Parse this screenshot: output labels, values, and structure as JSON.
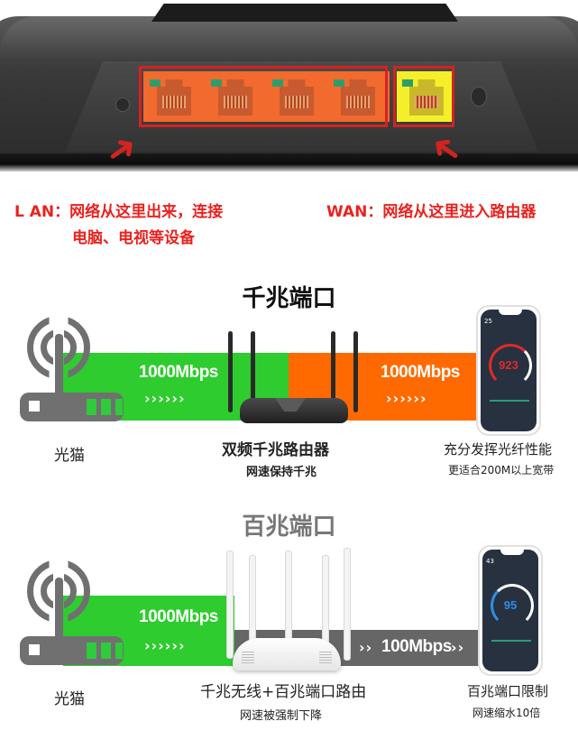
{
  "top_photo": {
    "description": "router-rear-ports",
    "lan_port_count": 4,
    "wan_port_count": 1,
    "lan_highlight_color": "#f26a2e",
    "wan_highlight_color": "#f5ef2a",
    "box_color": "#d4231f"
  },
  "labels": {
    "lan_line1": "L AN：网络从这里出来，连接",
    "lan_line2": "电脑、电视等设备",
    "wan_line1": "WAN：网络从这里进入路由器"
  },
  "gigabit_section": {
    "title": "千兆端口",
    "modem_label": "光猫",
    "bar_left_label": "1000Mbps",
    "bar_right_label": "1000Mbps",
    "chevrons": "››››››",
    "left_bar_color": "#2ecc2e",
    "right_bar_color": "#ff6a00",
    "router_title": "双频千兆路由器",
    "router_subtitle": "网速保持千兆",
    "phone_title": "充分发挥光纤性能",
    "phone_subtitle": "更适合200M以上宽带",
    "phone_speed": "923",
    "phone_top_value": "25"
  },
  "fast_section": {
    "title": "百兆端口",
    "modem_label": "光猫",
    "bar_left_label": "1000Mbps",
    "bar_right_label": "100Mbps",
    "chevrons": "››››››",
    "chevrons_short": "››",
    "left_bar_color": "#2ecc2e",
    "right_bar_color": "#666666",
    "router_title": "千兆无线+百兆端口路由",
    "router_subtitle": "网速被强制下降",
    "phone_title": "百兆端口限制",
    "phone_subtitle": "网速缩水10倍",
    "phone_speed": "95",
    "phone_top_value": "43"
  },
  "colors": {
    "title_dark": "#111111",
    "title_gray": "#777777",
    "label_red": "#e8231f"
  }
}
